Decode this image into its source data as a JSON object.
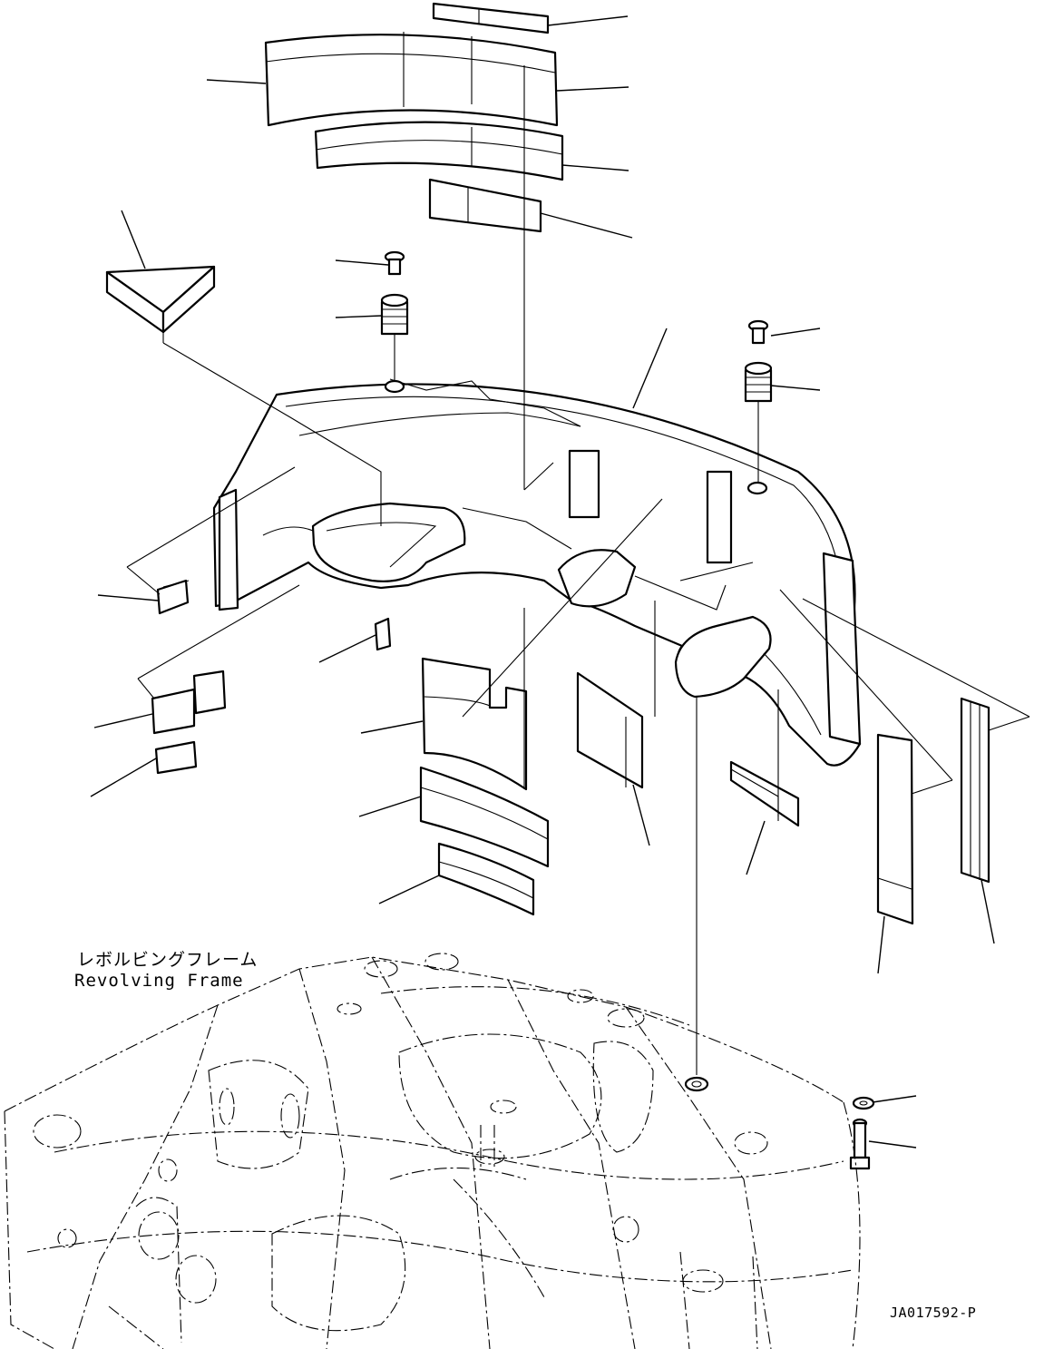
{
  "frame_label": {
    "japanese": "レボルビングフレーム",
    "english": "Revolving Frame"
  },
  "drawing_id": "JA017592-P",
  "parts": [
    {
      "name": "counterweight-body",
      "icon": "counterweight-icon"
    },
    {
      "name": "top-weight-stack",
      "icon": "weight-block-icon"
    },
    {
      "name": "triangle-weight",
      "icon": "weight-block-icon"
    },
    {
      "name": "bolt-left",
      "icon": "bolt-icon"
    },
    {
      "name": "spring-left",
      "icon": "spring-icon"
    },
    {
      "name": "bolt-right",
      "icon": "bolt-icon"
    },
    {
      "name": "spring-right",
      "icon": "spring-icon"
    },
    {
      "name": "front-weight-stack",
      "icon": "weight-block-icon"
    },
    {
      "name": "side-weight-stack-right",
      "icon": "weight-block-icon"
    },
    {
      "name": "washer",
      "icon": "washer-icon"
    },
    {
      "name": "mount-bolt",
      "icon": "bolt-icon"
    }
  ]
}
